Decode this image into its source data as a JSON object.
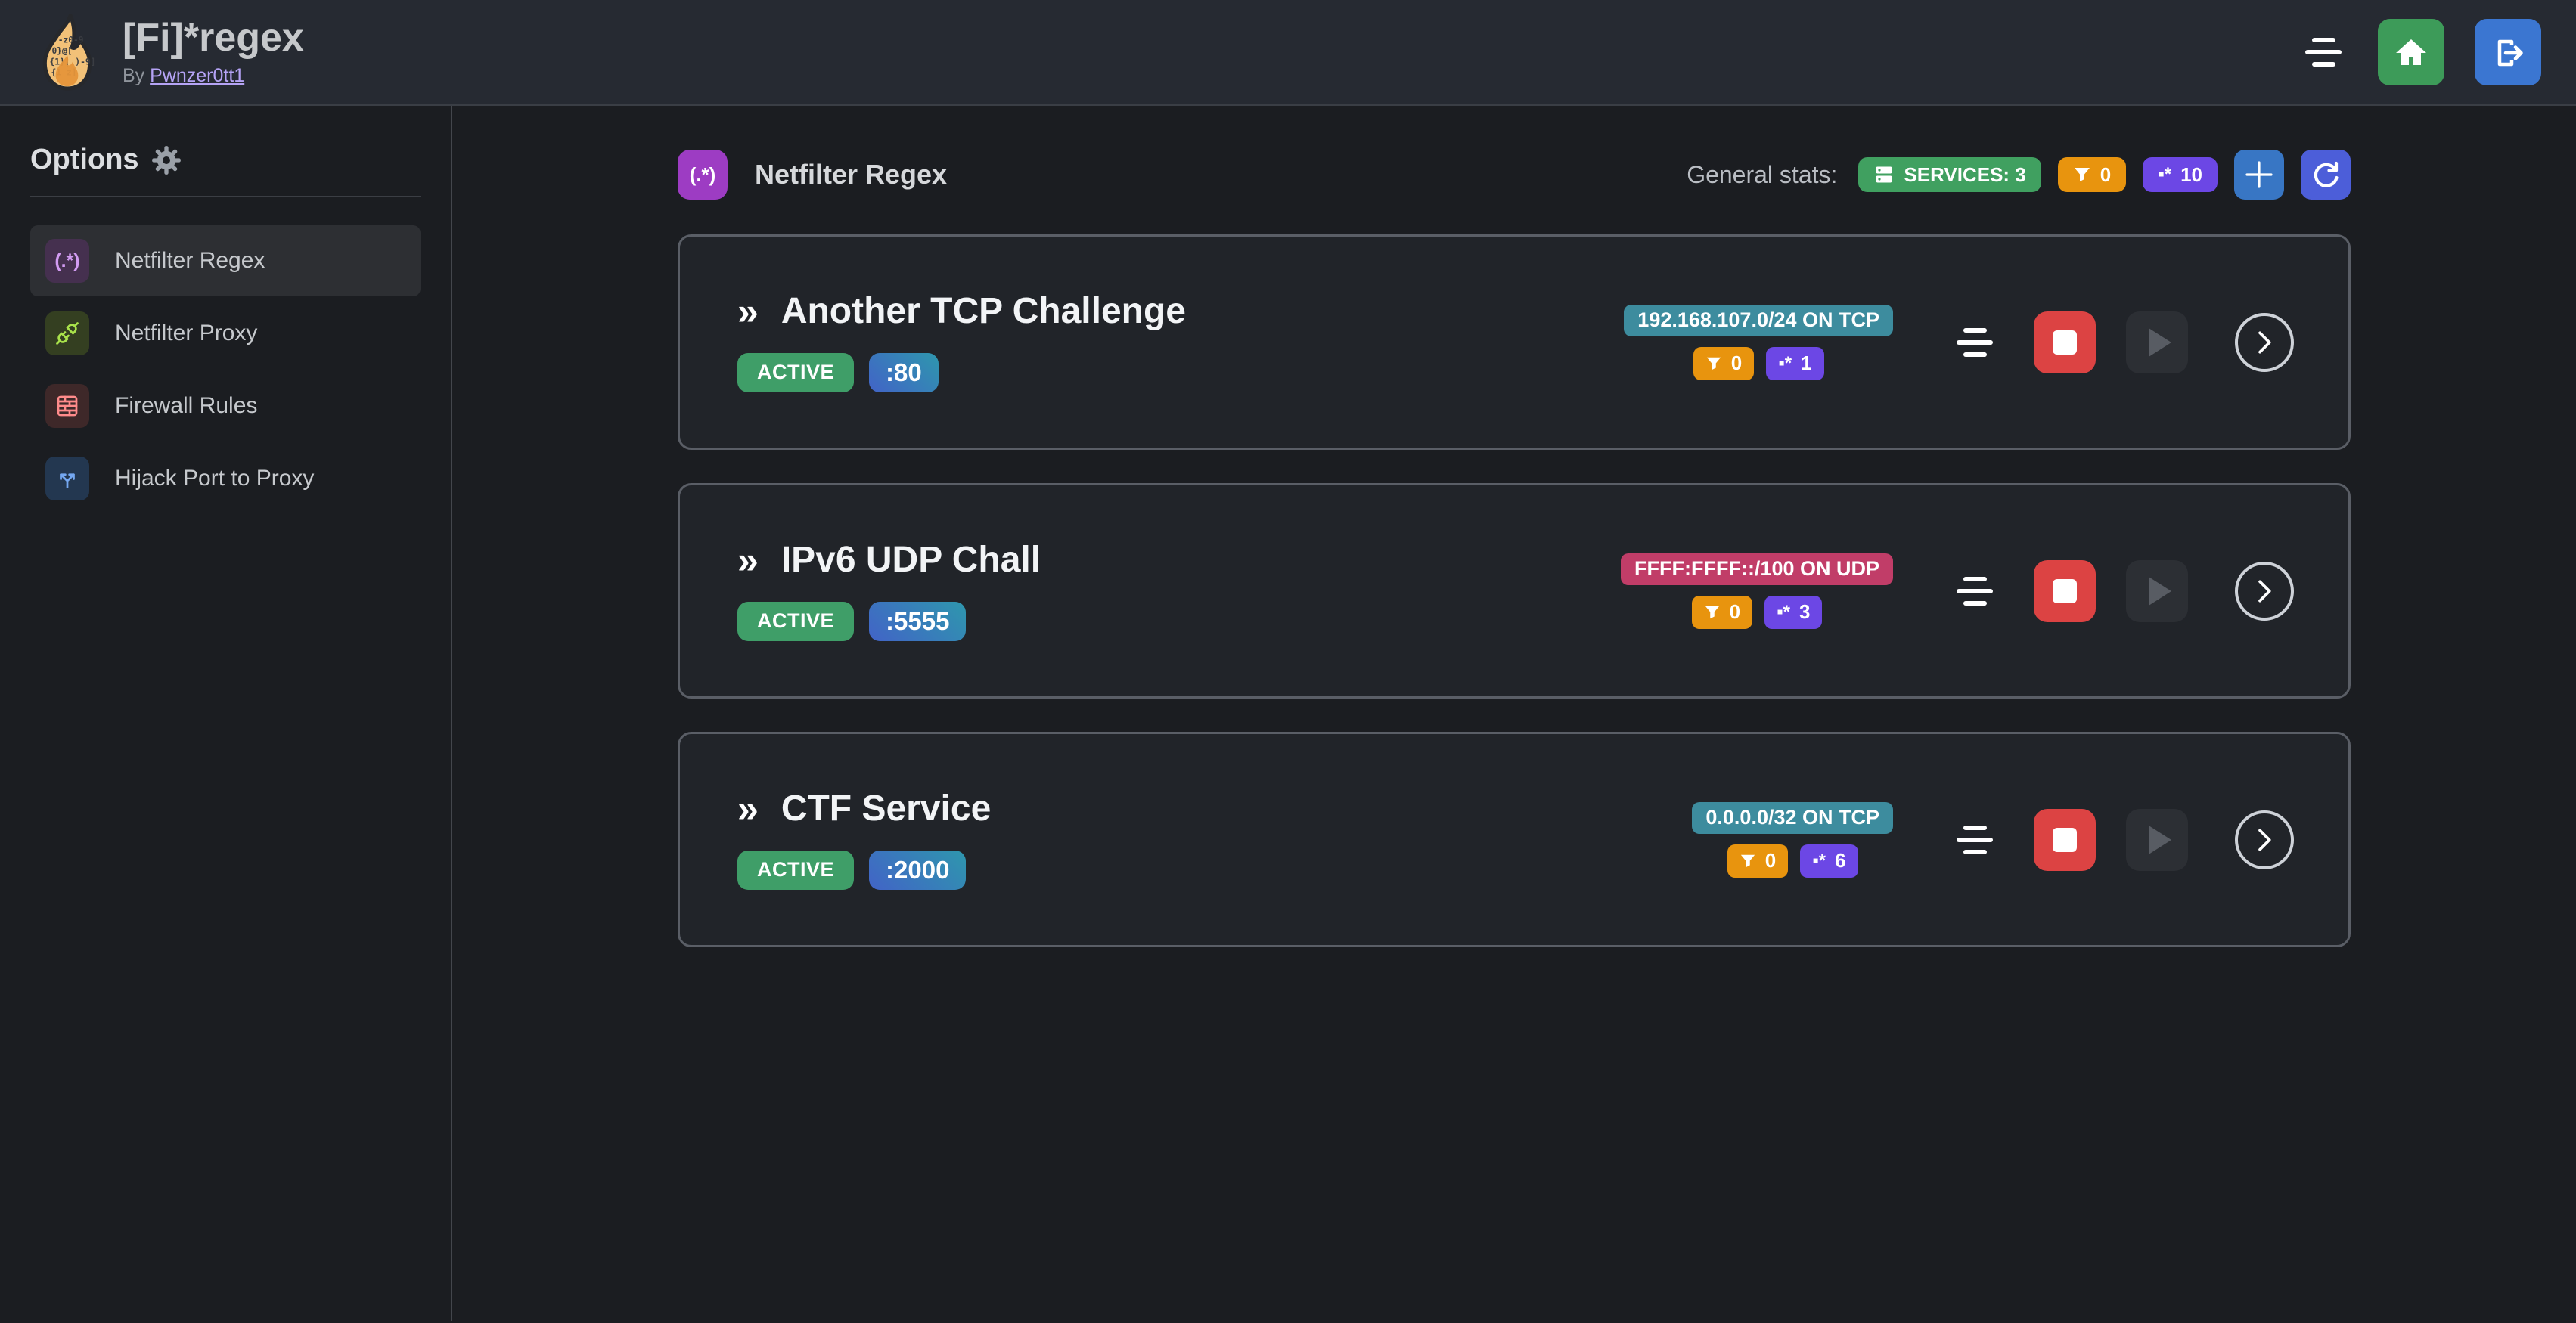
{
  "header": {
    "title": "[Fi]*regex",
    "byline_prefix": "By",
    "byline_link": "Pwnzer0tt1"
  },
  "sidebar": {
    "heading": "Options",
    "items": [
      {
        "label": "Netfilter Regex"
      },
      {
        "label": "Netfilter Proxy"
      },
      {
        "label": "Firewall Rules"
      },
      {
        "label": "Hijack Port to Proxy"
      }
    ]
  },
  "main": {
    "section_title": "Netfilter Regex",
    "stats_label": "General stats:",
    "stats": {
      "services": "SERVICES: 3",
      "filtered": "0",
      "regexes": "10"
    }
  },
  "services": [
    {
      "name": "Another TCP Challenge",
      "status": "ACTIVE",
      "port": ":80",
      "target": "192.168.107.0/24 ON TCP",
      "filtered": "0",
      "regexes": "1"
    },
    {
      "name": "IPv6 UDP Chall",
      "status": "ACTIVE",
      "port": ":5555",
      "target": "FFFF:FFFF::/100 ON UDP",
      "filtered": "0",
      "regexes": "3"
    },
    {
      "name": "CTF Service",
      "status": "ACTIVE",
      "port": ":2000",
      "target": "0.0.0.0/32 ON TCP",
      "filtered": "0",
      "regexes": "6"
    }
  ],
  "glyphs": {
    "regex_icon_text": "(.*)",
    "regex_stat_glyph": "▪*",
    "title_chevrons": "»"
  },
  "colors": {
    "header_bg": "#262a32",
    "body_bg": "#1b1d21",
    "accent_purple": "#9d3cc3",
    "active_green": "#3f9e68",
    "services_green": "#40a060",
    "filter_orange": "#e8940e",
    "regex_violet": "#6c47e5",
    "target_teal": "#3d8c9e",
    "target_pink": "#c13d68",
    "stop_red": "#dc4343",
    "home_green": "#3d9b59",
    "logout_blue": "#3b76d1",
    "add_blue": "#3876c4",
    "refresh_indigo": "#4c5ed9"
  }
}
